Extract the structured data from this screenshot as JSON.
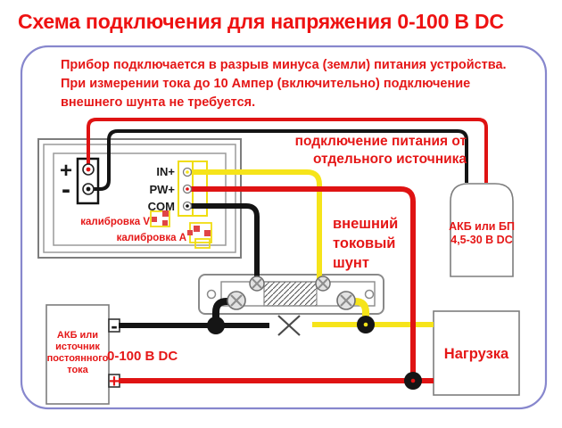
{
  "title": "Схема подключения для напряжения 0-100 В DC",
  "note": {
    "line1": "Прибор подключается в разрыв минуса (земли) питания устройства.",
    "line2": "При измерении тока до 10 Ампер (включительно) подключение",
    "line3": "внешнего шунта не требуется."
  },
  "meter": {
    "plus": "+",
    "minus": "-",
    "pin_in": "IN+",
    "pin_pw": "PW+",
    "pin_com": "COM",
    "calibration_v": "калибровка V",
    "calibration_a": "калибровка А"
  },
  "separate_supply_label": {
    "line1": "подключение питания от",
    "line2": "отдельного источника"
  },
  "external_supply": {
    "line1": "АКБ или БП",
    "line2": "4,5-30 В DC"
  },
  "shunt_label": {
    "line1": "внешний",
    "line2": "токовый",
    "line3": "шунт"
  },
  "battery": {
    "line1": "АКБ или",
    "line2": "источник",
    "line3": "постоянного",
    "line4": "тока",
    "voltage": "0-100 В DC",
    "plus": "+",
    "minus": "-"
  },
  "load": "Нагрузка",
  "colors": {
    "title_red": "#ee1212",
    "text_red": "#e51717",
    "wire_red": "#df1313",
    "wire_yellow": "#f6e41a",
    "wire_black": "#141414",
    "frame_blue": "#8787cd",
    "outline_gray": "#8a8a8a"
  }
}
